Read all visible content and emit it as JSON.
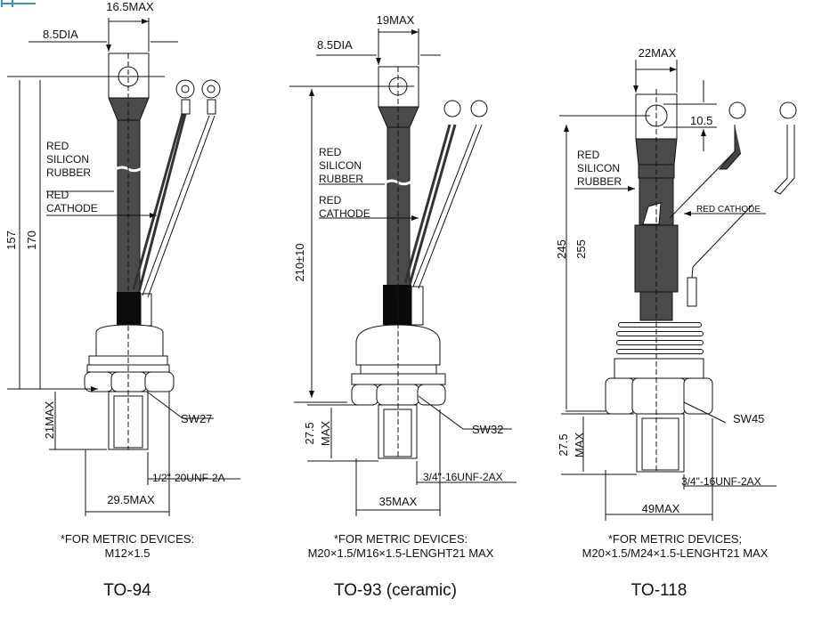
{
  "colors": {
    "dark_rubber": "#4a4a4a",
    "line": "#111111",
    "corner_mark": "#3a8fd8"
  },
  "packages": [
    {
      "name": "TO-94",
      "dims": {
        "width_top": "16.5MAX",
        "hole": "8.5DIA",
        "len_a": "157",
        "len_b": "170",
        "thread_len": "21MAX",
        "hex": "SW27",
        "thread": "1/2\"-20UNF-2A",
        "base": "29.5MAX"
      },
      "labels": {
        "rubber_1": "RED",
        "rubber_2": "SILICON",
        "rubber_3": "RUBBER",
        "cathode_1": "RED",
        "cathode_2": "CATHODE"
      },
      "note_1": "*FOR METRIC DEVICES:",
      "note_2": "M12×1.5"
    },
    {
      "name": "TO-93 (ceramic)",
      "dims": {
        "width_top": "19MAX",
        "hole": "8.5DIA",
        "len_a": "210±10",
        "thread_len_a": "27.5",
        "thread_len_b": "MAX",
        "hex": "SW32",
        "thread": "3/4\"-16UNF-2AX",
        "base": "35MAX"
      },
      "labels": {
        "rubber_1": "RED",
        "rubber_2": "SILICON",
        "rubber_3": "RUBBER",
        "cathode_1": "RED",
        "cathode_2": "CATHODE"
      },
      "note_1": "*FOR METRIC DEVICES:",
      "note_2": "M20×1.5/M16×1.5-LENGHT21 MAX"
    },
    {
      "name": "TO-118",
      "dims": {
        "width_top": "22MAX",
        "hole_offset": "10.5",
        "len_a": "245",
        "len_b": "255",
        "thread_len_a": "27.5",
        "thread_len_b": "MAX",
        "hex": "SW45",
        "thread": "3/4\"-16UNF-2AX",
        "base": "49MAX"
      },
      "labels": {
        "rubber_1": "RED",
        "rubber_2": "SILICON",
        "rubber_3": "RUBBER",
        "cathode": "RED CATHODE"
      },
      "note_1": "*FOR METRIC DEVICES;",
      "note_2": "M20×1.5/M24×1.5-LENGHT21 MAX"
    }
  ]
}
